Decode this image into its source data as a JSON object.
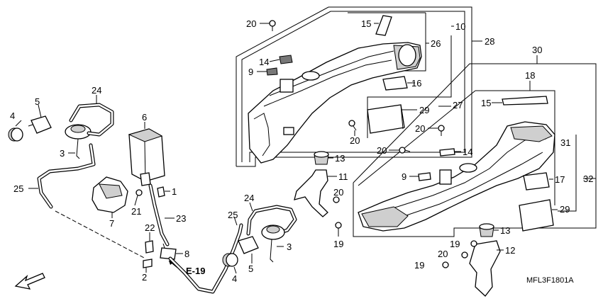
{
  "diagram_code": "MFL3F1801A",
  "reference": {
    "label": "E-19"
  },
  "callouts": {
    "c1": "1",
    "c2": "2",
    "c3a": "3",
    "c3b": "3",
    "c4a": "4",
    "c4b": "4",
    "c5a": "5",
    "c5b": "5",
    "c6": "6",
    "c7": "7",
    "c8": "8",
    "c9a": "9",
    "c9b": "9",
    "c10": "10",
    "c11": "11",
    "c12": "12",
    "c13a": "13",
    "c13b": "13",
    "c14a": "14",
    "c14b": "14",
    "c15a": "15",
    "c15b": "15",
    "c16": "16",
    "c17": "17",
    "c18": "18",
    "c19a": "19",
    "c19b": "19",
    "c19c": "19",
    "c20a": "20",
    "c20b": "20",
    "c20c": "20",
    "c20d": "20",
    "c20e": "20",
    "c20f": "20",
    "c21": "21",
    "c22": "22",
    "c23": "23",
    "c24a": "24",
    "c24b": "24",
    "c25a": "25",
    "c25b": "25",
    "c26": "26",
    "c27": "27",
    "c28": "28",
    "c29a": "29",
    "c29b": "29",
    "c30": "30",
    "c31": "31",
    "c32": "32"
  },
  "colors": {
    "line": "#000000",
    "background": "#ffffff",
    "shade": "#cfcfcf"
  }
}
